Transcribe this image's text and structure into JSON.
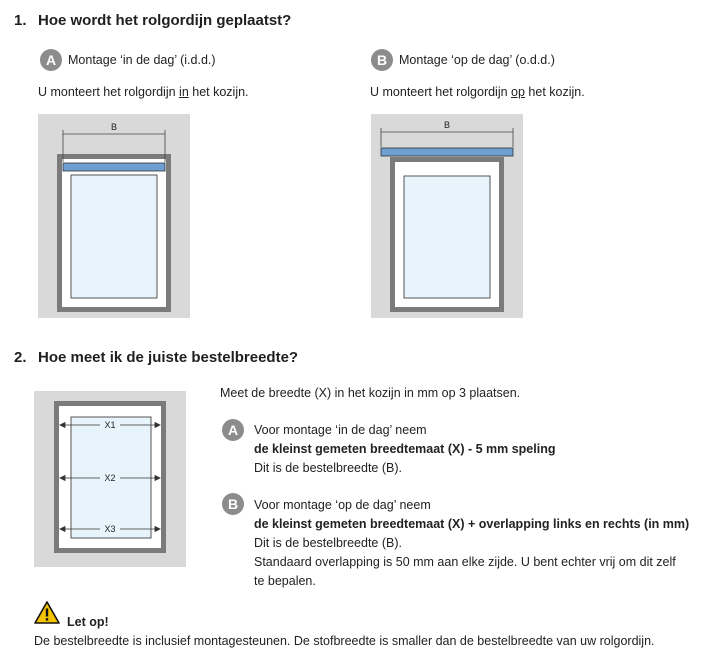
{
  "section1": {
    "number": "1.",
    "title": "Hoe wordt het rolgordijn geplaatst?",
    "option_a": {
      "badge": "A",
      "label": "Montage ‘in de dag’ (i.d.d.)",
      "desc_pre": "U monteert het rolgordijn ",
      "desc_em": "in",
      "desc_post": " het kozijn.",
      "diagram_label": "B"
    },
    "option_b": {
      "badge": "B",
      "label": "Montage ‘op de dag’ (o.d.d.)",
      "desc_pre": "U monteert het rolgordijn ",
      "desc_em": "op",
      "desc_post": " het kozijn.",
      "diagram_label": "B"
    }
  },
  "section2": {
    "number": "2.",
    "title": "Hoe meet ik de juiste bestelbreedte?",
    "intro": "Meet de breedte (X) in het kozijn in mm op 3 plaatsen.",
    "diagram_labels": [
      "X1",
      "X2",
      "X3"
    ],
    "option_a": {
      "badge": "A",
      "line1": "Voor montage ‘in de dag’ neem",
      "line2": "de kleinst gemeten breedtemaat (X) - 5 mm speling",
      "line3": "Dit is de bestelbreedte (B)."
    },
    "option_b": {
      "badge": "B",
      "line1": "Voor montage ‘op de dag’ neem",
      "line2": "de kleinst gemeten breedtemaat (X) + overlapping links en rechts (in mm)",
      "line3": "Dit is de bestelbreedte (B).",
      "line4": "Standaard overlapping is 50 mm aan elke zijde. U bent echter vrij om dit zelf",
      "line5": "te bepalen."
    }
  },
  "warning": {
    "icon": "warning-triangle-icon",
    "title": "Let op!",
    "text": "De bestelbreedte is inclusief montagesteunen. De stofbreedte is smaller dan de bestelbreedte van uw rolgordijn."
  },
  "colors": {
    "wall": "#d9d9d9",
    "frame": "#7b7b7b",
    "glass": "#e8f4fb",
    "blind": "#6f9fd0",
    "badge": "#8c8c8c"
  }
}
